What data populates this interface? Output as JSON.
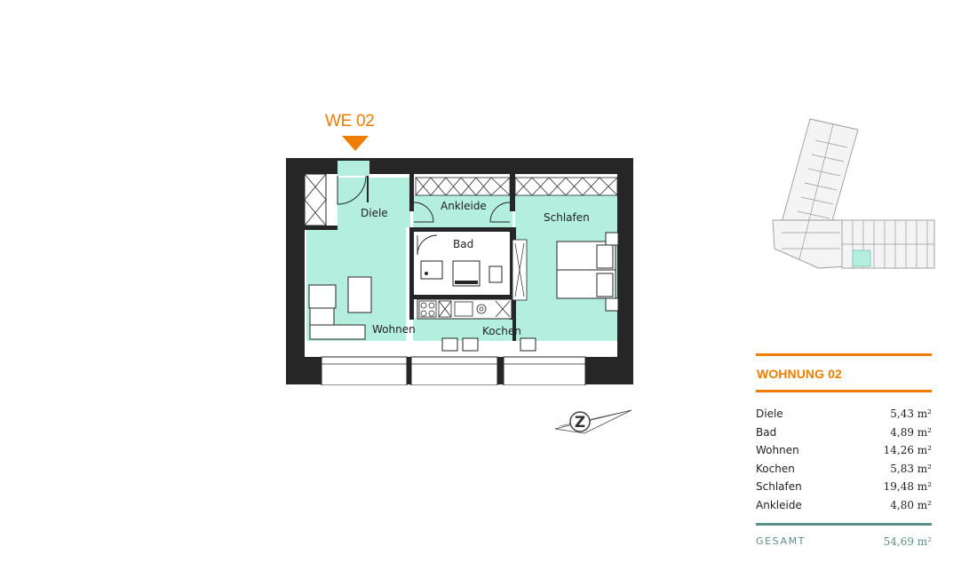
{
  "unit": {
    "title": "WE 02"
  },
  "rooms": [
    {
      "id": "diele",
      "label": "Diele"
    },
    {
      "id": "ankleide",
      "label": "Ankleide"
    },
    {
      "id": "schlafen",
      "label": "Schlafen"
    },
    {
      "id": "bad",
      "label": "Bad"
    },
    {
      "id": "wohnen",
      "label": "Wohnen"
    },
    {
      "id": "kochen",
      "label": "Kochen"
    }
  ],
  "compass": {
    "letter": "Z"
  },
  "area_table": {
    "heading": "WOHNUNG 02",
    "rows": [
      {
        "name": "Diele",
        "value": "5,43 m²"
      },
      {
        "name": "Bad",
        "value": "4,89 m²"
      },
      {
        "name": "Wohnen",
        "value": "14,26 m²"
      },
      {
        "name": "Kochen",
        "value": "5,83 m²"
      },
      {
        "name": "Schlafen",
        "value": "19,48 m²"
      },
      {
        "name": "Ankleide",
        "value": "4,80 m²"
      }
    ],
    "total_label": "GESAMT",
    "total_value": "54,69 m²"
  },
  "colors": {
    "accent_orange": "#f07d00",
    "room_fill": "#b3eedf",
    "wall": "#262626",
    "teal_rule": "#5c8f85"
  }
}
